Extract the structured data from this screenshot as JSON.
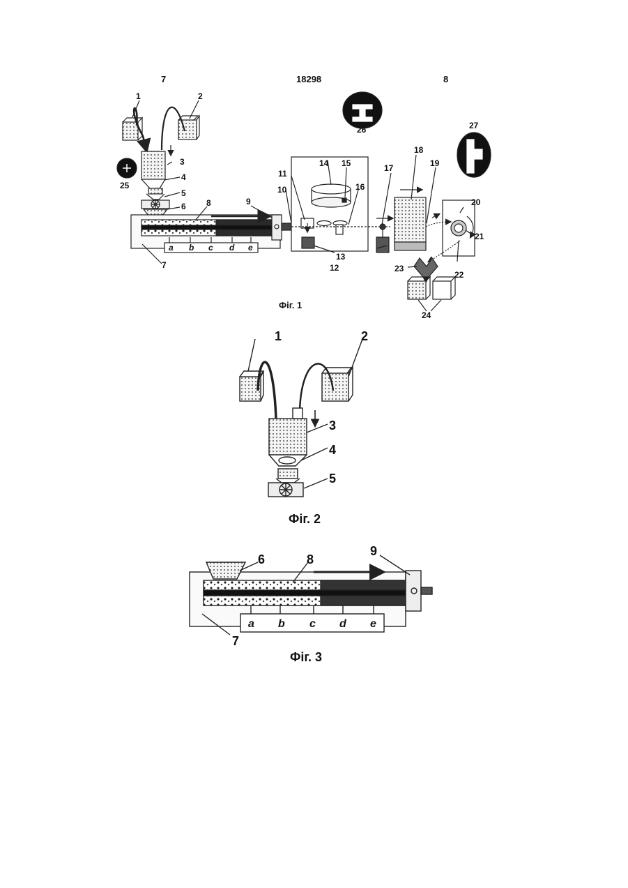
{
  "header": {
    "left_page": "7",
    "patent_number": "18298",
    "right_page": "8"
  },
  "fig1": {
    "caption": "Фіг. 1",
    "labels": [
      "1",
      "2",
      "3",
      "4",
      "5",
      "6",
      "7",
      "8",
      "9",
      "10",
      "11",
      "12",
      "13",
      "14",
      "15",
      "16",
      "17",
      "18",
      "19",
      "20",
      "21",
      "22",
      "23",
      "24",
      "25",
      "26",
      "27"
    ],
    "zones": [
      "a",
      "b",
      "c",
      "d",
      "e"
    ]
  },
  "fig2": {
    "caption": "Фіг. 2",
    "labels": [
      "1",
      "2",
      "3",
      "4",
      "5"
    ]
  },
  "fig3": {
    "caption": "Фіг. 3",
    "labels": [
      "6",
      "8",
      "9",
      "7"
    ],
    "zones": [
      "a",
      "b",
      "c",
      "d",
      "e"
    ]
  },
  "colors": {
    "ink": "#111111",
    "fill_light": "#f2f2f2",
    "fill_gray": "#bdbdbd",
    "fill_dark": "#3a3a3a"
  }
}
